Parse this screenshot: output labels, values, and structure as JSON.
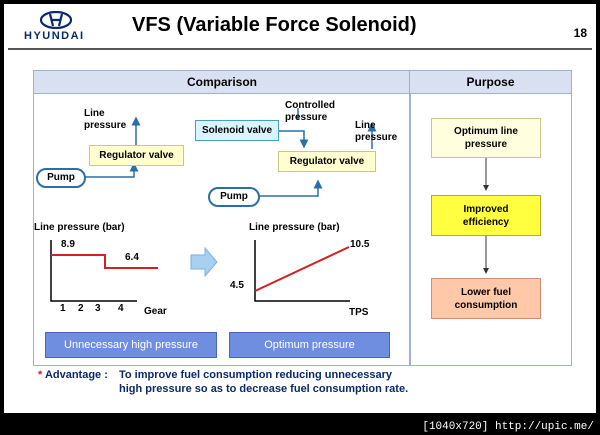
{
  "header": {
    "brand": "HYUNDAI",
    "title": "VFS (Variable Force Solenoid)",
    "page_number": "18"
  },
  "comparison": {
    "heading": "Comparison",
    "left": {
      "line_pressure_label_1": "Line",
      "line_pressure_label_2": "pressure",
      "regulator": "Regulator valve",
      "pump": "Pump",
      "chart_title": "Line pressure (bar)",
      "high_value": "8.9",
      "low_value": "6.4",
      "gears": [
        "1",
        "2",
        "3",
        "4"
      ],
      "x_label": "Gear",
      "result": "Unnecessary high pressure"
    },
    "right": {
      "solenoid": "Solenoid valve",
      "controlled_1": "Controlled",
      "controlled_2": "pressure",
      "line_label_1": "Line",
      "line_label_2": "pressure",
      "regulator": "Regulator valve",
      "pump": "Pump",
      "chart_title": "Line pressure (bar)",
      "start_value": "4.5",
      "end_value": "10.5",
      "x_label": "TPS",
      "result": "Optimum pressure"
    }
  },
  "purpose": {
    "heading": "Purpose",
    "step1_a": "Optimum line",
    "step1_b": "pressure",
    "step2_a": "Improved",
    "step2_b": "efficiency",
    "step3_a": "Lower fuel",
    "step3_b": "consumption"
  },
  "advantage": {
    "star": "*",
    "label": "Advantage :",
    "line1": "To improve fuel consumption reducing unnecessary",
    "line2": "high pressure so as to decrease fuel consumption rate."
  },
  "footer": "[1040x720] http://upic.me/",
  "colors": {
    "brand_navy": "#0a2a6b",
    "header_fill": "#d8e0f2",
    "arrow_blue": "#2a6fa8",
    "plot_red": "#d42020",
    "result_bar": "#6f8ee0"
  }
}
